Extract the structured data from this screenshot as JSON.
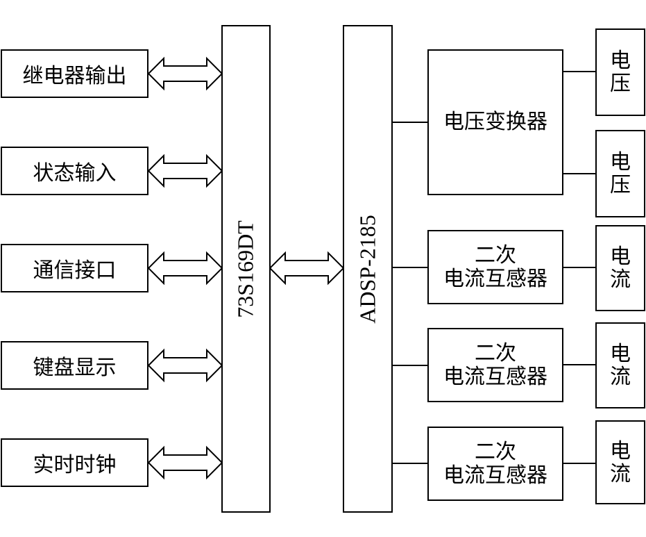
{
  "peripherals": [
    {
      "label": "继电器输出"
    },
    {
      "label": "状态输入"
    },
    {
      "label": "通信接口"
    },
    {
      "label": "键盘显示"
    },
    {
      "label": "实时时钟"
    }
  ],
  "chip1": {
    "label": "73S169DT"
  },
  "chip2": {
    "label": "ADSP-2185"
  },
  "voltage_transformer": {
    "label": "电压变换器"
  },
  "current_transformers": [
    {
      "line1": "二次",
      "line2": "电流互感器"
    },
    {
      "line1": "二次",
      "line2": "电流互感器"
    },
    {
      "line1": "二次",
      "line2": "电流互感器"
    }
  ],
  "sources": [
    {
      "line1": "电",
      "line2": "压"
    },
    {
      "line1": "电",
      "line2": "压"
    },
    {
      "line1": "电",
      "line2": "流"
    },
    {
      "line1": "电",
      "line2": "流"
    },
    {
      "line1": "电",
      "line2": "流"
    }
  ]
}
